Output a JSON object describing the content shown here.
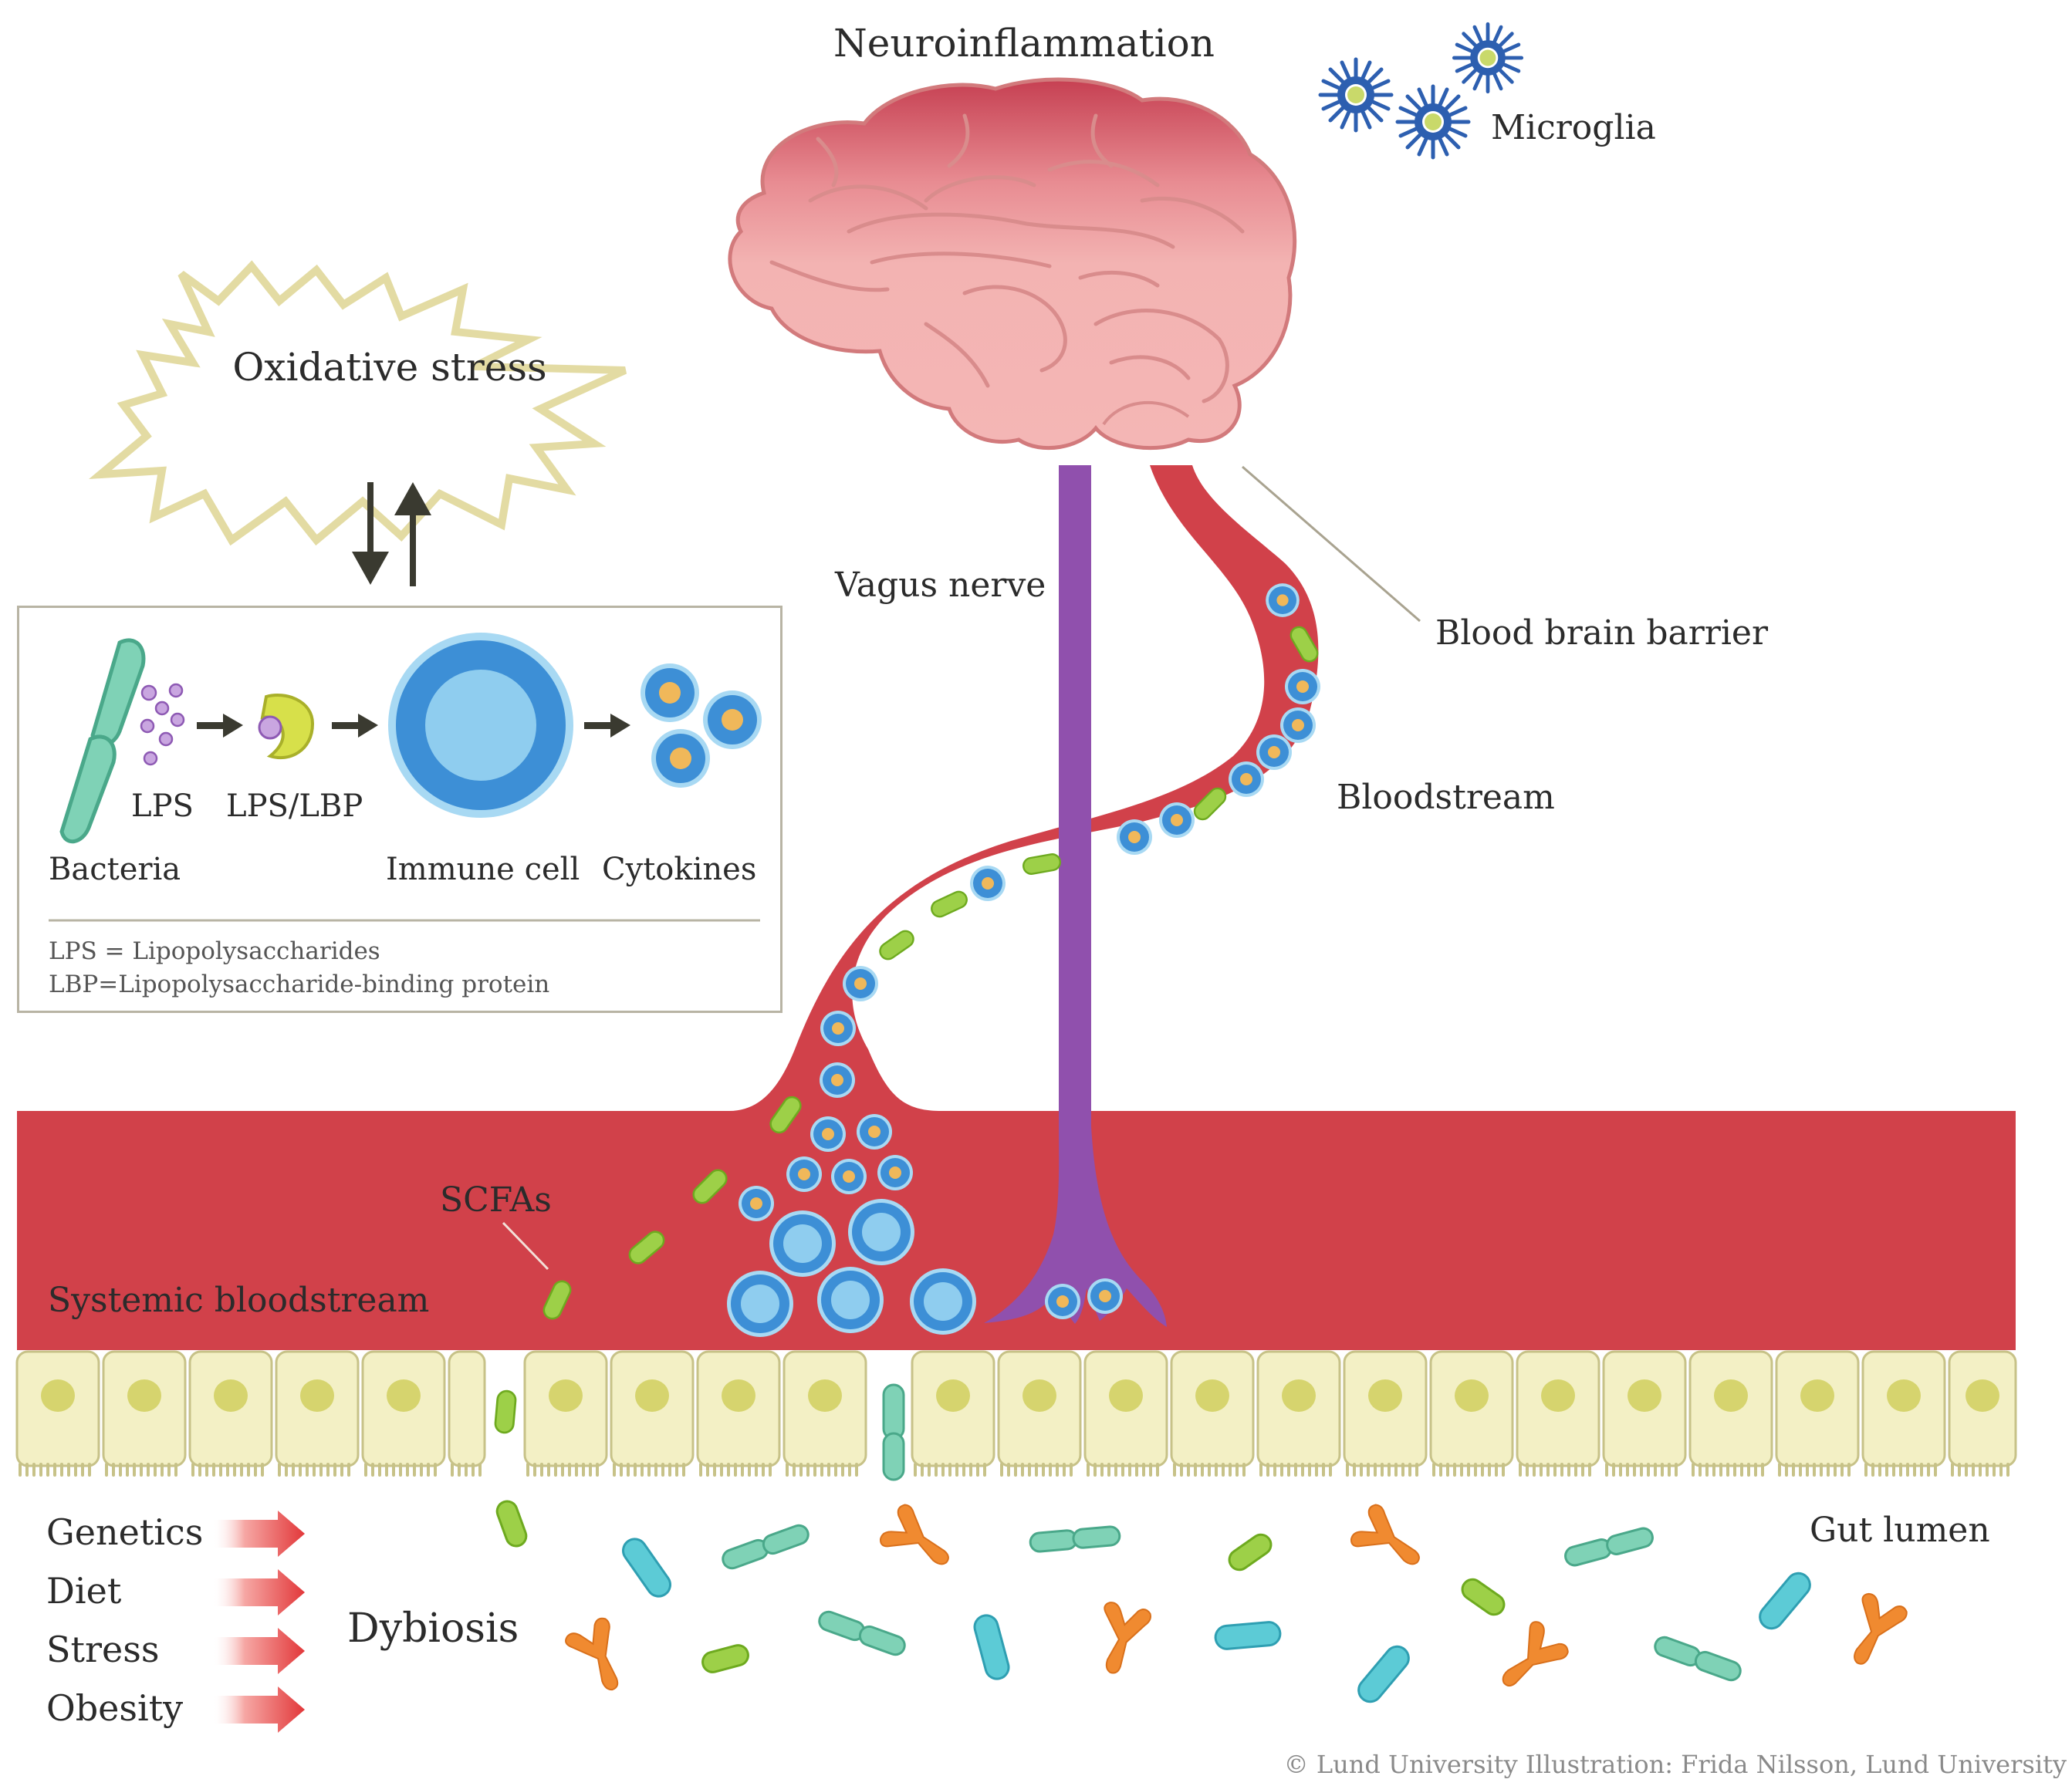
{
  "labels": {
    "neuroinflammation": "Neuroinflammation",
    "microglia": "Microglia",
    "oxidative_stress": "Oxidative stress",
    "vagus_nerve": "Vagus nerve",
    "blood_brain_barrier": "Blood brain barrier",
    "bloodstream": "Bloodstream",
    "scfas": "SCFAs",
    "systemic_bloodstream": "Systemic bloodstream",
    "gut_lumen": "Gut lumen",
    "dysbiosis": "Dybiosis"
  },
  "legend": {
    "lps": "LPS",
    "lps_lbp": "LPS/LBP",
    "bacteria": "Bacteria",
    "immune_cell": "Immune cell",
    "cytokines": "Cytokines",
    "def_lps": "LPS = Lipopolysaccharides",
    "def_lbp": "LBP=Lipopolysaccharide-binding protein"
  },
  "factors": [
    "Genetics",
    "Diet",
    "Stress",
    "Obesity"
  ],
  "credit": "© Lund University Illustration: Frida Nilsson, Lund University",
  "colors": {
    "blood": "#d1414a",
    "vagus": "#9050ad",
    "brain_fill": "#f2b0b0",
    "brain_top": "#cc4a55",
    "epithelium": "#f3f0c5",
    "nucleus": "#d6d46e",
    "immune_outer": "#3d8fd6",
    "immune_inner": "#8fcdef",
    "cytokine_core": "#f0b85a",
    "scfa": "#9dd048",
    "bacteria_teal": "#7fd2b6",
    "bacteria_cyan": "#5ccbd6",
    "bacteria_orange": "#f08a30",
    "microglia": "#2d5fb0",
    "oxidative_outline": "#e3dba3",
    "arrow_red": "#e2383a"
  }
}
